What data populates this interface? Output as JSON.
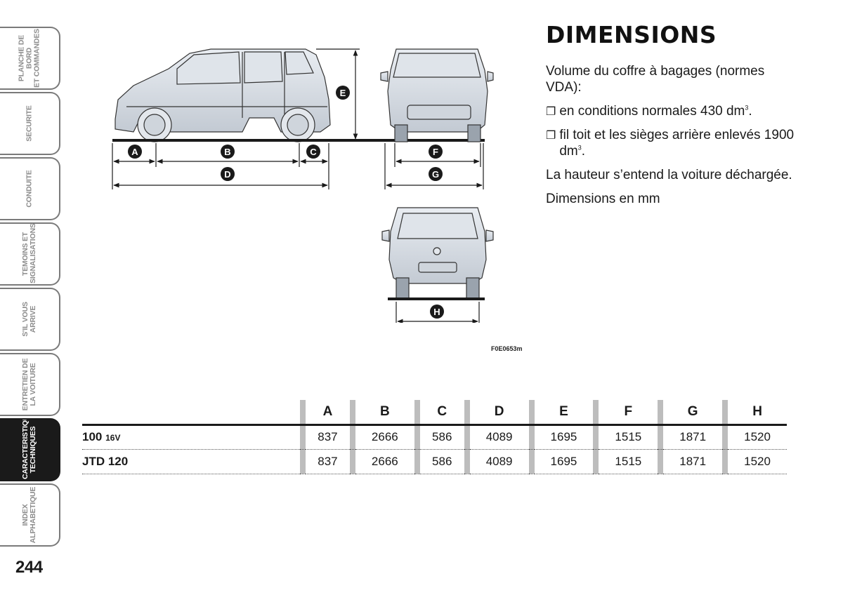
{
  "side_tabs": [
    {
      "label": "PLANCHE DE BORD\nET COMMANDES",
      "active": false
    },
    {
      "label": "SECURITE",
      "active": false
    },
    {
      "label": "CONDUITE",
      "active": false
    },
    {
      "label": "TEMOINS ET\nSIGNALISATIONS",
      "active": false
    },
    {
      "label": "S'IL VOUS\nARRIVE",
      "active": false
    },
    {
      "label": "ENTRETIEN DE\nLA VOITURE",
      "active": false
    },
    {
      "label": "CARACTERISTIQUES\nTECHNIQUES",
      "active": true
    },
    {
      "label": "INDEX\nALPHABETIQUE",
      "active": false
    }
  ],
  "page_number": "244",
  "title": "DIMENSIONS",
  "intro": "Volume du coffre à bagages (normes VDA):",
  "bullets": [
    {
      "marker": "❐",
      "text": "en conditions normales 430 dm",
      "sup": "3",
      "suffix": "."
    },
    {
      "marker": "❐",
      "text": "fil toit et les sièges arrière enlevés 1900 dm",
      "sup": "3",
      "suffix": "."
    }
  ],
  "note_height": "La hauteur s’entend la voiture déchargée.",
  "note_units": "Dimensions en mm",
  "figure_code": "F0E0653m",
  "diagram_labels": {
    "A": "A",
    "B": "B",
    "C": "C",
    "D": "D",
    "E": "E",
    "F": "F",
    "G": "G",
    "H": "H"
  },
  "table": {
    "headers": [
      "A",
      "B",
      "C",
      "D",
      "E",
      "F",
      "G",
      "H"
    ],
    "rows": [
      {
        "label_main": "100 ",
        "label_small": "16V",
        "values": [
          "837",
          "2666",
          "586",
          "4089",
          "1695",
          "1515",
          "1871",
          "1520"
        ]
      },
      {
        "label_main": "JTD 120",
        "label_small": "",
        "values": [
          "837",
          "2666",
          "586",
          "4089",
          "1695",
          "1515",
          "1871",
          "1520"
        ]
      }
    ]
  }
}
